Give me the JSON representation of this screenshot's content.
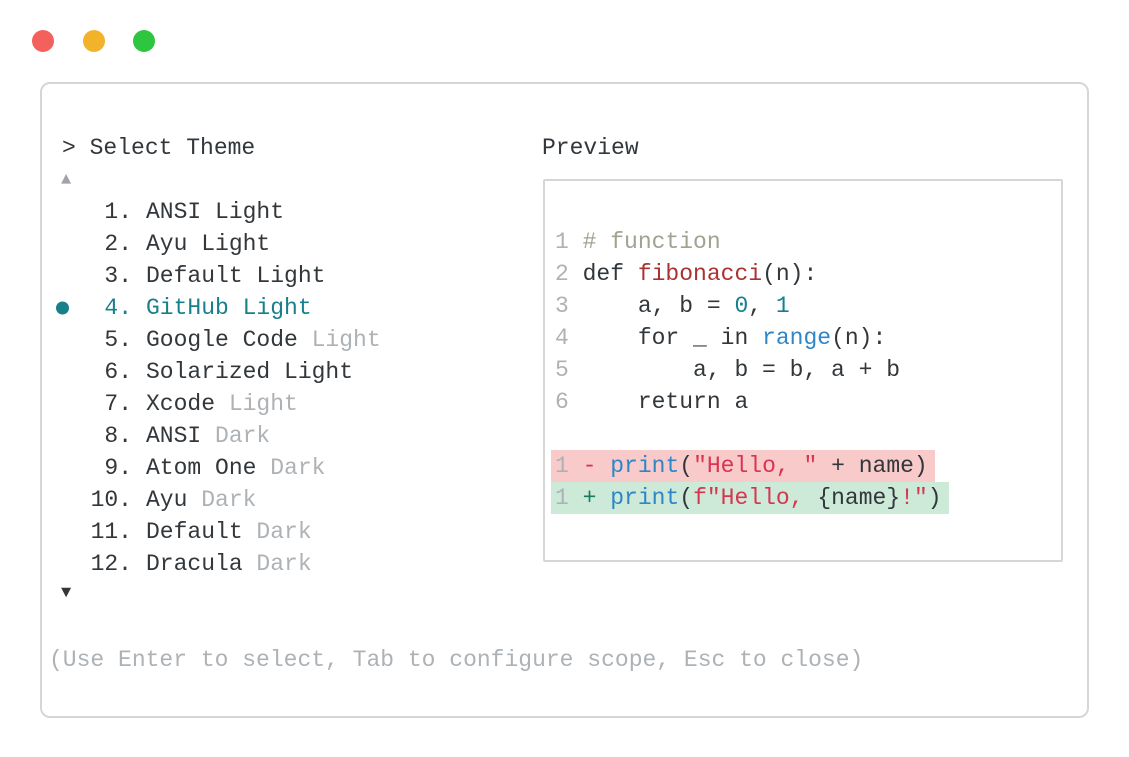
{
  "window": {
    "traffic_lights": [
      {
        "name": "close-button",
        "color": "#f4605c"
      },
      {
        "name": "minimize-button",
        "color": "#f2b32b"
      },
      {
        "name": "zoom-button",
        "color": "#2ec53f"
      }
    ]
  },
  "dialog": {
    "title": "> Select Theme",
    "scroll_up": "▲",
    "scroll_down": "▼",
    "footer_hint": "(Use Enter to select, Tab to configure scope, Esc to close)",
    "theme_list": [
      {
        "num": "1.",
        "main": "ANSI Light",
        "muted": "",
        "selected": false
      },
      {
        "num": "2.",
        "main": "Ayu Light",
        "muted": "",
        "selected": false
      },
      {
        "num": "3.",
        "main": "Default Light",
        "muted": "",
        "selected": false
      },
      {
        "num": "4.",
        "main": "GitHub Light",
        "muted": "",
        "selected": true
      },
      {
        "num": "5.",
        "main": "Google Code",
        "muted": "Light",
        "selected": false
      },
      {
        "num": "6.",
        "main": "Solarized Light",
        "muted": "",
        "selected": false
      },
      {
        "num": "7.",
        "main": "Xcode",
        "muted": "Light",
        "selected": false
      },
      {
        "num": "8.",
        "main": "ANSI",
        "muted": "Dark",
        "selected": false
      },
      {
        "num": "9.",
        "main": "Atom One",
        "muted": "Dark",
        "selected": false
      },
      {
        "num": "10.",
        "main": "Ayu",
        "muted": "Dark",
        "selected": false
      },
      {
        "num": "11.",
        "main": "Default",
        "muted": "Dark",
        "selected": false
      },
      {
        "num": "12.",
        "main": "Dracula",
        "muted": "Dark",
        "selected": false
      }
    ]
  },
  "preview": {
    "label": "Preview",
    "code_lines": [
      {
        "bg": "",
        "tokens": [
          {
            "t": "1",
            "c": "ln"
          },
          {
            "t": " ",
            "c": "plain"
          },
          {
            "t": "# function",
            "c": "comment"
          }
        ]
      },
      {
        "bg": "",
        "tokens": [
          {
            "t": "2",
            "c": "ln"
          },
          {
            "t": " def ",
            "c": "plain"
          },
          {
            "t": "fibonacci",
            "c": "func"
          },
          {
            "t": "(n):",
            "c": "plain"
          }
        ]
      },
      {
        "bg": "",
        "tokens": [
          {
            "t": "3",
            "c": "ln"
          },
          {
            "t": "     a, b = ",
            "c": "plain"
          },
          {
            "t": "0",
            "c": "number"
          },
          {
            "t": ", ",
            "c": "plain"
          },
          {
            "t": "1",
            "c": "number"
          }
        ]
      },
      {
        "bg": "",
        "tokens": [
          {
            "t": "4",
            "c": "ln"
          },
          {
            "t": "     for _ in ",
            "c": "plain"
          },
          {
            "t": "range",
            "c": "blue"
          },
          {
            "t": "(n):",
            "c": "plain"
          }
        ]
      },
      {
        "bg": "",
        "tokens": [
          {
            "t": "5",
            "c": "ln"
          },
          {
            "t": "         a, b = b, a + b",
            "c": "plain"
          }
        ]
      },
      {
        "bg": "",
        "tokens": [
          {
            "t": "6",
            "c": "ln"
          },
          {
            "t": "     return a",
            "c": "plain"
          }
        ]
      },
      {
        "bg": "",
        "tokens": []
      },
      {
        "bg": "removed",
        "tokens": [
          {
            "t": "1",
            "c": "ln"
          },
          {
            "t": " ",
            "c": "plain"
          },
          {
            "t": "-",
            "c": "minus"
          },
          {
            "t": " ",
            "c": "plain"
          },
          {
            "t": "print",
            "c": "blue"
          },
          {
            "t": "(",
            "c": "plain"
          },
          {
            "t": "\"Hello, \"",
            "c": "str"
          },
          {
            "t": " + name)",
            "c": "plain"
          }
        ]
      },
      {
        "bg": "added",
        "tokens": [
          {
            "t": "1",
            "c": "ln"
          },
          {
            "t": " ",
            "c": "plain"
          },
          {
            "t": "+",
            "c": "plus"
          },
          {
            "t": " ",
            "c": "plain"
          },
          {
            "t": "print",
            "c": "blue"
          },
          {
            "t": "(",
            "c": "plain"
          },
          {
            "t": "f\"Hello, ",
            "c": "str"
          },
          {
            "t": "{name}",
            "c": "plain"
          },
          {
            "t": "!\"",
            "c": "str"
          },
          {
            "t": ")",
            "c": "plain"
          }
        ]
      }
    ]
  },
  "colors": {
    "accent_teal": "#18808b",
    "text": "#32373b",
    "muted": "#adb2b6",
    "muted_arrow": "#a0a4a8",
    "border": "#d6d6d6",
    "comment": "#9da491",
    "func_red": "#aa3231",
    "number_teal": "#147f8d",
    "keyword_blue": "#2e86c8",
    "string_red": "#d93450",
    "plus_green": "#187a5e",
    "diff_removed_bg": "#f8caca",
    "diff_added_bg": "#cde9d8"
  }
}
